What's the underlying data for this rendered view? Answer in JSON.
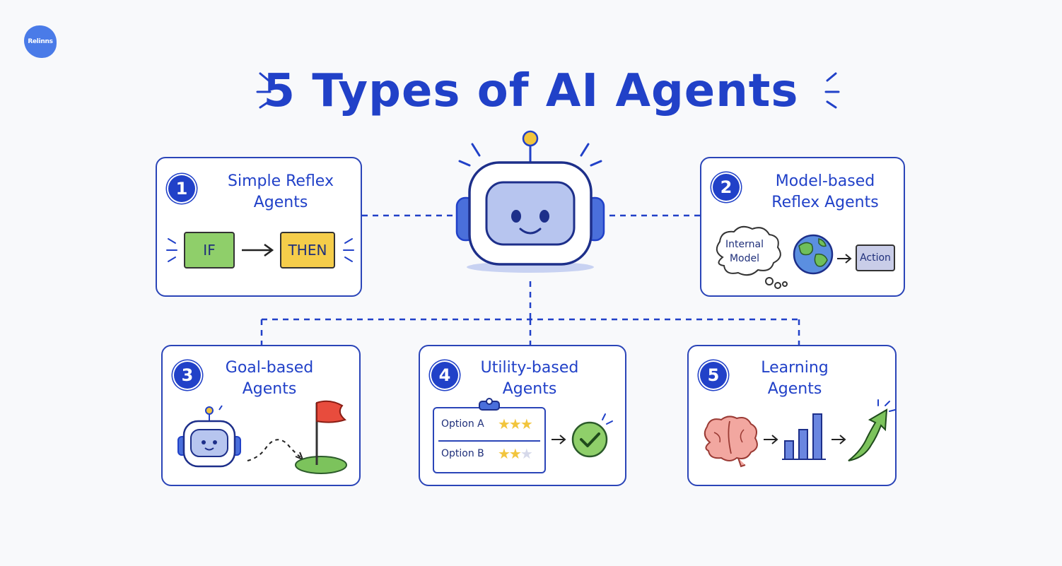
{
  "logo": {
    "text": "Relinns"
  },
  "title": "5 Types of AI Agents",
  "colors": {
    "accent": "#2141c8",
    "if_box": "#8fcf6a",
    "then_box": "#f5cd4a",
    "action_box": "#c9cde8"
  },
  "cards": [
    {
      "number": "1",
      "title_line1": "Simple Reflex",
      "title_line2": "Agents",
      "if_label": "IF",
      "then_label": "THEN"
    },
    {
      "number": "2",
      "title_line1": "Model-based",
      "title_line2": "Reflex Agents",
      "model_line1": "Internal",
      "model_line2": "Model",
      "action_label": "Action"
    },
    {
      "number": "3",
      "title_line1": "Goal-based",
      "title_line2": "Agents"
    },
    {
      "number": "4",
      "title_line1": "Utility-based",
      "title_line2": "Agents",
      "option_a": "Option A",
      "option_b": "Option B",
      "option_a_stars": 3,
      "option_b_stars": 2
    },
    {
      "number": "5",
      "title_line1": "Learning",
      "title_line2": "Agents"
    }
  ]
}
